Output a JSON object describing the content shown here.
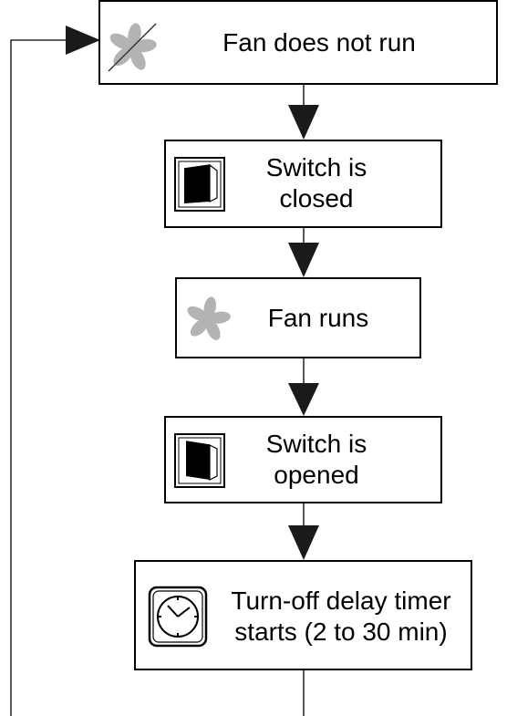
{
  "nodes": [
    {
      "id": "fan-off",
      "text": "Fan does not run",
      "icon": "fan-crossed-icon"
    },
    {
      "id": "switch-closed",
      "text_lines": [
        "Switch is",
        "closed"
      ],
      "icon": "switch-icon"
    },
    {
      "id": "fan-runs",
      "text": "Fan runs",
      "icon": "fan-icon"
    },
    {
      "id": "switch-opened",
      "text_lines": [
        "Switch is",
        "opened"
      ],
      "icon": "switch-icon"
    },
    {
      "id": "timer",
      "text_lines": [
        "Turn-off delay timer",
        "starts (2 to 30 min)"
      ],
      "icon": "clock-icon"
    }
  ],
  "colors": {
    "line": "#000000",
    "fan": "#b3b3b3",
    "switch": "#000000",
    "background": "#ffffff"
  }
}
